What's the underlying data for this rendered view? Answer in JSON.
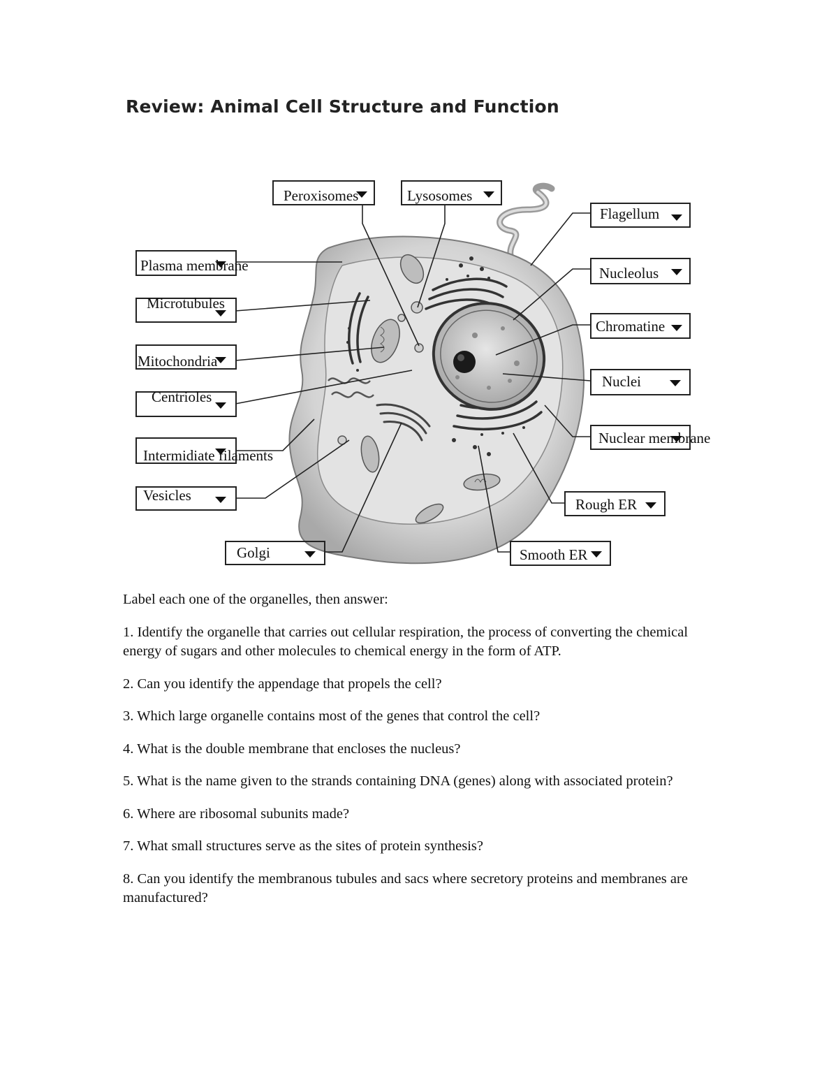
{
  "title": "Review: Animal Cell Structure and Function",
  "labels": {
    "peroxisomes": "Peroxisomes",
    "lysosomes": "Lysosomes",
    "flagellum": "Flagellum",
    "plasma_membrane": "Plasma membrane",
    "nucleolus": "Nucleolus",
    "microtubules": "Microtubules",
    "chromatine": "Chromatine",
    "mitochondria": "Mitochondria",
    "nuclei": "Nuclei",
    "centrioles": "Centrioles",
    "nuclear_membrane": "Nuclear membrane",
    "intermediate_filaments": "Intermidiate filaments",
    "vesicles": "Vesicles",
    "rough_er": "Rough ER",
    "golgi": "Golgi",
    "smooth_er": "Smooth ER"
  },
  "instructions": "Label each one of the organelles, then answer:",
  "questions": [
    "1. Identify the organelle that carries out cellular respiration, the process of converting the chemical energy of sugars and other molecules to chemical energy in the form of ATP.",
    "2. Can you identify the appendage that propels the cell?",
    "3. Which large organelle contains most of the genes that control the cell?",
    "4. What is the double membrane that encloses the nucleus?",
    "5. What is the name given to the strands containing DNA (genes) along with associated protein?",
    "6. Where are ribosomal subunits made?",
    "7. What small structures serve as the sites of protein synthesis?",
    "8. Can you identify the membranous tubules and sacs where secretory proteins and membranes are manufactured?"
  ]
}
